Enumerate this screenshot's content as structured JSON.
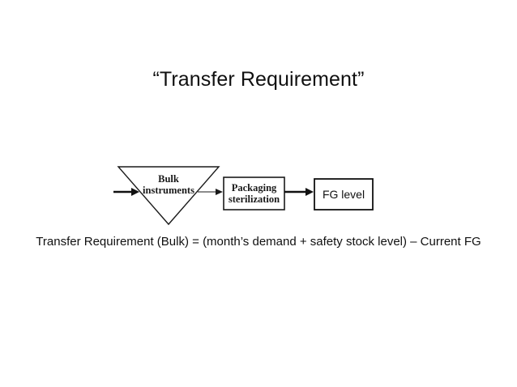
{
  "slide": {
    "title": "“Transfer Requirement”",
    "background_color": "#ffffff",
    "text_color": "#101010",
    "caption": "Transfer Requirement (Bulk) = (month’s demand + safety stock level) – Current FG"
  },
  "diagram": {
    "type": "process-flow",
    "nodes": [
      {
        "id": "bulk-instruments",
        "shape": "inverted-triangle",
        "label_line1": "Bulk",
        "label_line2": "instruments",
        "stroke_color": "#1a1a1a"
      },
      {
        "id": "packaging-sterilization",
        "shape": "rectangle",
        "label_line1": "Packaging",
        "label_line2": "sterilization",
        "stroke_color": "#1a1a1a"
      },
      {
        "id": "fg-level",
        "shape": "rectangle",
        "label": "FG level",
        "stroke_color": "#101010"
      }
    ],
    "connectors": [
      {
        "id": "input-arrow",
        "from": "",
        "to": "bulk-instruments",
        "style": "thick"
      },
      {
        "id": "bulk-to-packaging",
        "from": "bulk-instruments",
        "to": "packaging-sterilization",
        "style": "thin"
      },
      {
        "id": "packaging-to-fg",
        "from": "packaging-sterilization",
        "to": "fg-level",
        "style": "thick"
      }
    ]
  }
}
